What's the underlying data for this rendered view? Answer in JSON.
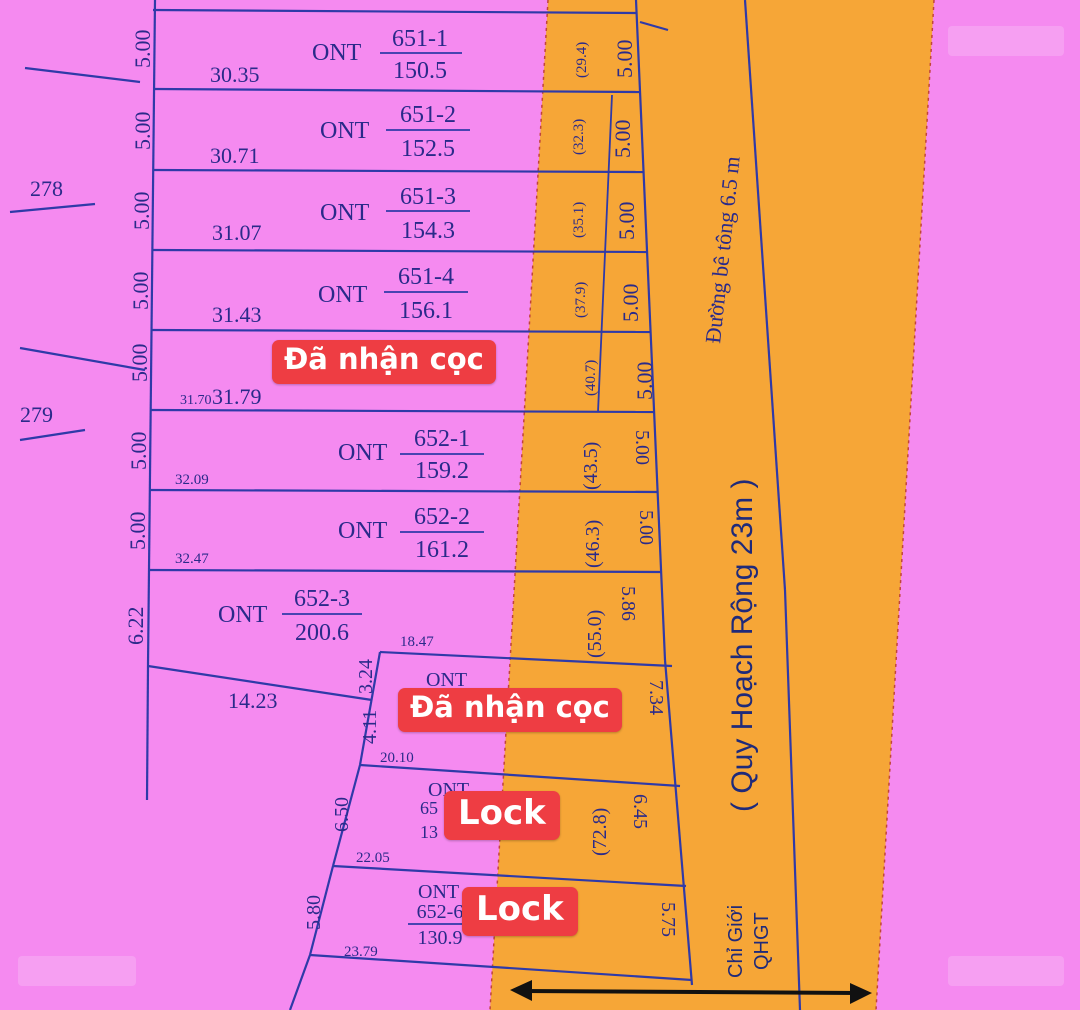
{
  "map": {
    "colors": {
      "background": "#f58af0",
      "road": "#f6a637",
      "lines": "#2f3aa8",
      "badge": "#ee3d43",
      "arrow": "#111111"
    },
    "road_labels": {
      "concrete": "Đường bê tông 6.5 m",
      "planning": "( Quy Hoạch Rộng 23m )",
      "boundary_line1": "Chỉ Giới",
      "boundary_line2": "QHGT"
    },
    "neighbor_parcels": {
      "p278": "278",
      "p279": "279"
    },
    "left_edge": [
      "5.00",
      "5.00",
      "5.00",
      "5.00",
      "5.00",
      "5.00",
      "5.00",
      "6.22"
    ],
    "lots": [
      {
        "use": "ONT",
        "id": "651-1",
        "area": "150.5",
        "depth": "30.35",
        "setback": "(29.4)",
        "front": "5.00"
      },
      {
        "use": "ONT",
        "id": "651-2",
        "area": "152.5",
        "depth": "30.71",
        "setback": "(32.3)",
        "front": "5.00"
      },
      {
        "use": "ONT",
        "id": "651-3",
        "area": "154.3",
        "depth": "31.07",
        "setback": "(35.1)",
        "front": "5.00"
      },
      {
        "use": "ONT",
        "id": "651-4",
        "area": "156.1",
        "depth": "31.43",
        "setback": "(37.9)",
        "front": "5.00"
      },
      {
        "depth": "31.79",
        "depth_alt": "31.70",
        "setback": "(40.7)",
        "front": "5.00"
      },
      {
        "use": "ONT",
        "id": "652-1",
        "area": "159.2",
        "depth": "32.09",
        "setback": "(43.5)",
        "front": "5.00"
      },
      {
        "use": "ONT",
        "id": "652-2",
        "area": "161.2",
        "depth": "32.47",
        "setback": "(46.3)",
        "front": "5.00"
      },
      {
        "use": "ONT",
        "id": "652-3",
        "area": "200.6",
        "setback": "(55.0)",
        "front": "5.86"
      }
    ],
    "lower_lots": {
      "top_width": "18.47",
      "lot_a": {
        "use": "ONT",
        "front": "7.34",
        "left_a": "3.24",
        "left_b": "4.11"
      },
      "width_a": "20.10",
      "lot_b": {
        "use": "ONT",
        "id_partial": "65",
        "area_partial": "13",
        "setback": "(72.8)",
        "front": "6.45",
        "left": "6.50"
      },
      "width_b": "22.05",
      "lot_c": {
        "use": "ONT",
        "id": "652-6",
        "area": "130.9",
        "front": "5.75",
        "left": "5.80"
      },
      "width_c": "23.79",
      "rear_width": "14.23"
    },
    "badges": {
      "reserved_1": "Đã nhận cọc",
      "reserved_2": "Đã nhận cọc",
      "lock_1": "Lock",
      "lock_2": "Lock"
    }
  }
}
